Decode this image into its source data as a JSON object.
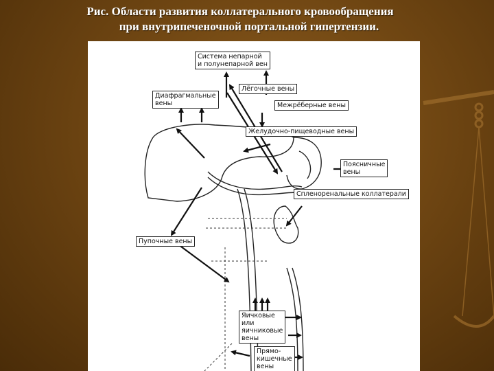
{
  "title": {
    "line1": "Рис.  Области развития коллатерального кровообращения",
    "line2": "при внутрипеченочной портальной гипертензии."
  },
  "diagram": {
    "labels": {
      "azygos_1": "Система непарной",
      "azygos_2": "и полунепарной вен",
      "pulmonary": "Лёгочные вены",
      "diaphragm_1": "Диафрагмальные",
      "diaphragm_2": "вены",
      "intercostal": "Межрёберные вены",
      "gastroesophageal": "Желудочно-пищеводные вены",
      "lumbar_1": "Поясничные",
      "lumbar_2": "вены",
      "splenorenal": "Спленоренальные коллатерали",
      "umbilical": "Пупочные вены",
      "gonadal_1": "Яичковые",
      "gonadal_2": "или",
      "gonadal_3": "яичниковые",
      "gonadal_4": "вены",
      "rectal_1": "Прямо-",
      "rectal_2": "кишечные",
      "rectal_3": "вены"
    }
  },
  "colors": {
    "background": "#6e4512",
    "title_text": "#ffffff",
    "figure_bg": "#ffffff",
    "ink": "#111111"
  }
}
